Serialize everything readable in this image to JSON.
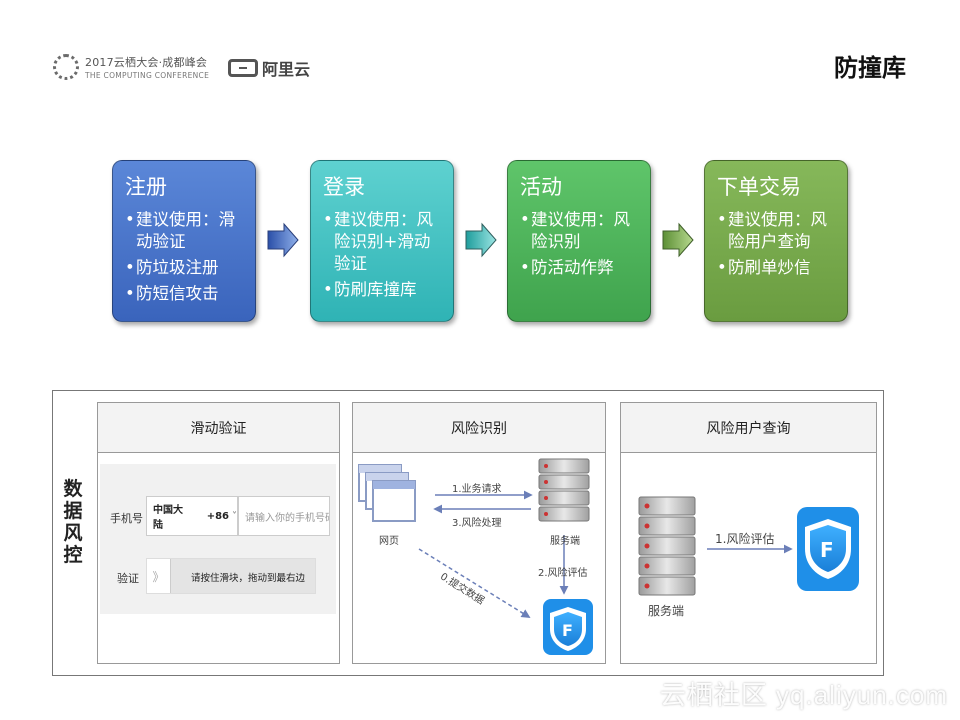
{
  "header": {
    "conference_line1": "2017云栖大会·成都峰会",
    "conference_line2": "THE COMPUTING CONFERENCE",
    "brand": "阿里云",
    "title": "防撞库"
  },
  "steps": [
    {
      "title": "注册",
      "items": [
        "建议使用：滑动验证",
        "防垃圾注册",
        "防短信攻击"
      ]
    },
    {
      "title": "登录",
      "items": [
        "建议使用：风险识别+滑动验证",
        "防刷库撞库"
      ]
    },
    {
      "title": "活动",
      "items": [
        "建议使用：风险识别",
        "防活动作弊"
      ]
    },
    {
      "title": "下单交易",
      "items": [
        "建议使用：风险用户查询",
        "防刷单炒信"
      ]
    }
  ],
  "panel": {
    "vertical_label": "数据风控",
    "cards": [
      {
        "title": "滑动验证"
      },
      {
        "title": "风险识别"
      },
      {
        "title": "风险用户查询"
      }
    ],
    "slide_form": {
      "phone_label": "手机号",
      "country": "中国大陆",
      "code": "+86",
      "phone_placeholder": "请输入你的手机号码",
      "verify_label": "验证",
      "handle_glyph": "》",
      "slider_text": "请按住滑块，拖动到最右边"
    },
    "risk_flow": {
      "web_label": "网页",
      "server_label": "服务端",
      "step1": "1.业务请求",
      "step2": "2.风险评估",
      "step3": "3.风险处理",
      "step0": "0.提交数据"
    },
    "risk_user": {
      "server_label": "服务端",
      "step1": "1.风险评估"
    }
  },
  "watermark": "云栖社区 yq.aliyun.com"
}
